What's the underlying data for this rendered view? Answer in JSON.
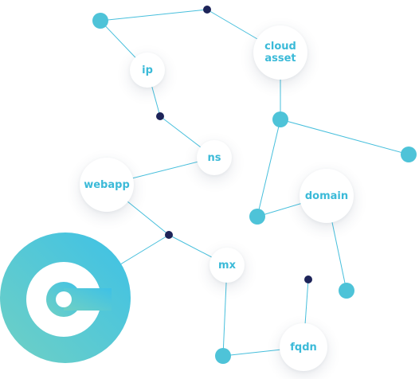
{
  "colors": {
    "edge": "#47bfdc",
    "teal_node": "#4ec3d8",
    "dark_node": "#1d2459",
    "label_text": "#3bbad8",
    "logo_gradient_start": "#6fd0c4",
    "logo_gradient_end": "#3ec1e6"
  },
  "logo": {
    "icon": "c-logo-icon"
  },
  "nodes": {
    "ip": "ip",
    "cloud_asset": "cloud\nasset",
    "ns": "ns",
    "webapp": "webapp",
    "domain": "domain",
    "mx": "mx",
    "fqdn": "fqdn"
  }
}
